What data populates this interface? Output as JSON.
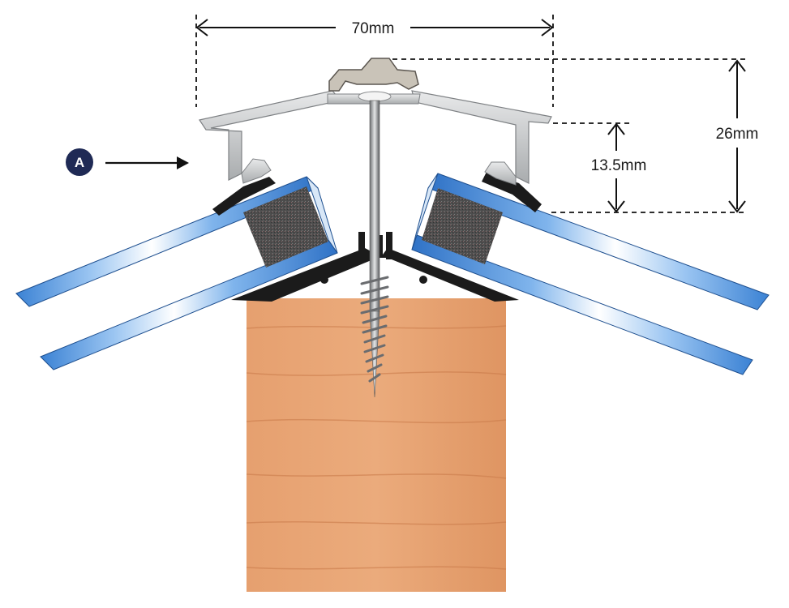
{
  "dimensions": {
    "width_label": "70mm",
    "height_label": "26mm",
    "upstand_label": "13.5mm"
  },
  "callout": {
    "letter": "A"
  },
  "colors": {
    "timber": "#e39a6a",
    "glazing_blue": "#4a8fd6",
    "foam": "#555555",
    "aluminium": "#c9cbcc",
    "gasket": "#1b1b1b",
    "marker": "#1f2a55",
    "dimension_line": "#111111"
  }
}
